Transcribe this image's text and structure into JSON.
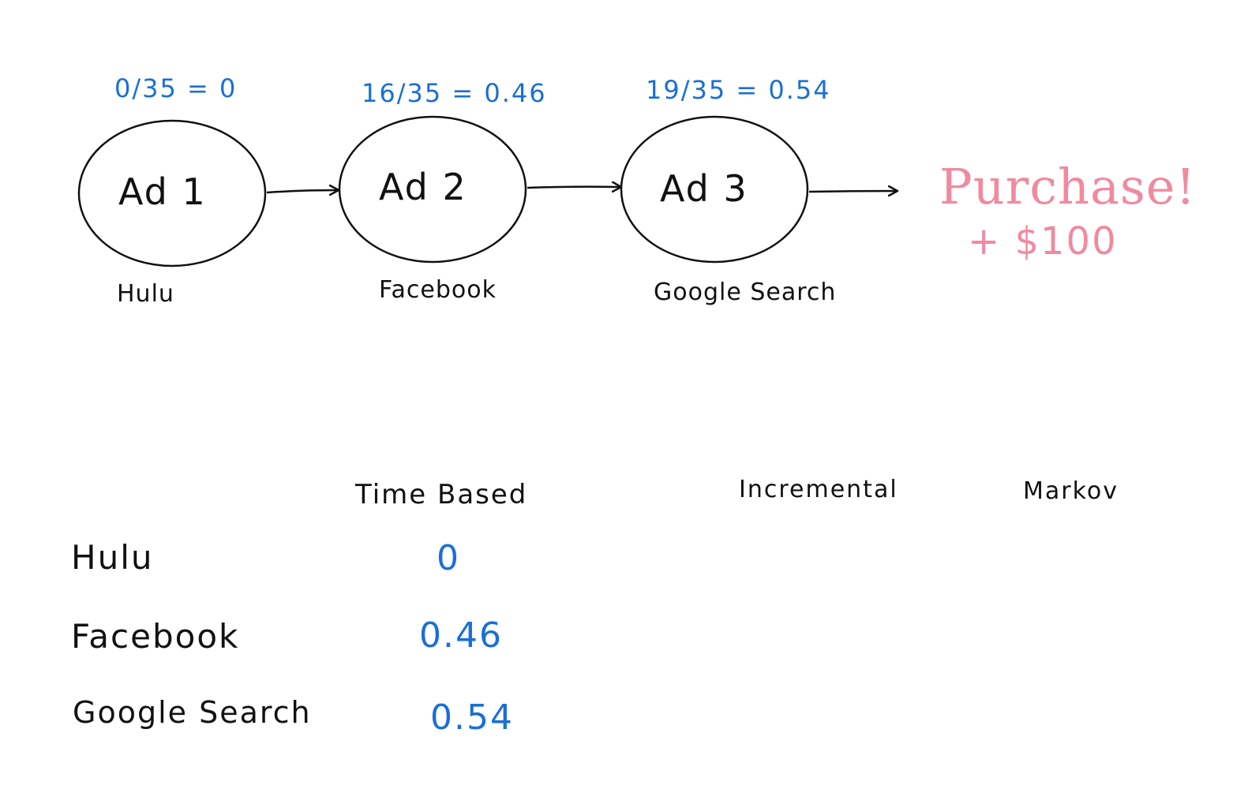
{
  "diagram": {
    "nodes": [
      {
        "label": "Ad 1",
        "channel": "Hulu",
        "fraction": "0/35 = 0"
      },
      {
        "label": "Ad 2",
        "channel": "Facebook",
        "fraction": "16/35 = 0.46"
      },
      {
        "label": "Ad 3",
        "channel": "Google Search",
        "fraction": "19/35 = 0.54"
      }
    ],
    "outcome": {
      "label": "Purchase!",
      "value": "+ $100"
    }
  },
  "table": {
    "columns": [
      "Time Based",
      "Incremental",
      "Markov"
    ],
    "rows": [
      {
        "label": "Hulu",
        "time_based": "0"
      },
      {
        "label": "Facebook",
        "time_based": "0.46"
      },
      {
        "label": "Google Search",
        "time_based": "0.54"
      }
    ]
  },
  "colors": {
    "ink": "#111111",
    "blue": "#1a6fd6",
    "pink": "#f08aa0"
  }
}
